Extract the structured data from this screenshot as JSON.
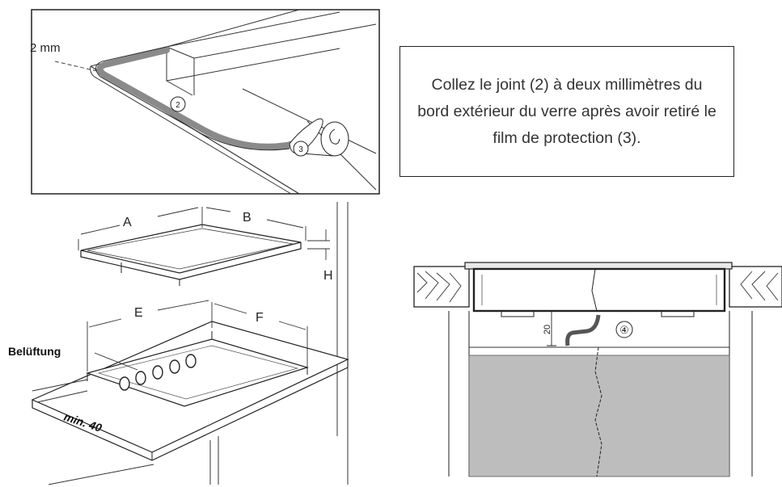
{
  "instruction": {
    "text": "Collez le joint (2) à deux millimètres du bord extérieur du verre après avoir retiré le film de protection (3)."
  },
  "detail_seal": {
    "dimension_label": "2 mm",
    "callout_seal": "2",
    "callout_film": "3"
  },
  "hob_installation": {
    "dim_a": "A",
    "dim_b": "B",
    "dim_h": "H",
    "dim_e": "E",
    "dim_f": "F",
    "ventilation_label": "Belüftung",
    "min_clearance_label": "min. 40"
  },
  "section_view": {
    "gap_dimension": "20",
    "callout_cable": "④"
  }
}
